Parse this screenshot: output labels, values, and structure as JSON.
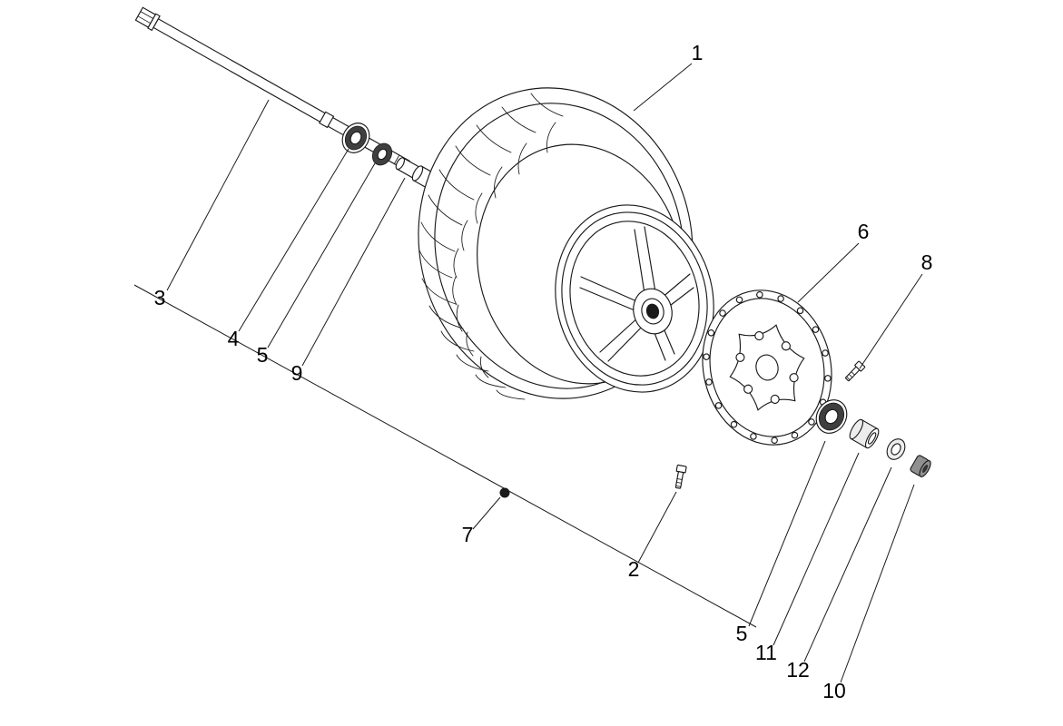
{
  "callouts": [
    {
      "id": "part-1",
      "label": "1"
    },
    {
      "id": "part-3",
      "label": "3"
    },
    {
      "id": "part-4",
      "label": "4"
    },
    {
      "id": "part-5-left",
      "label": "5"
    },
    {
      "id": "part-9",
      "label": "9"
    },
    {
      "id": "part-6",
      "label": "6"
    },
    {
      "id": "part-8",
      "label": "8"
    },
    {
      "id": "part-7",
      "label": "7"
    },
    {
      "id": "part-2",
      "label": "2"
    },
    {
      "id": "part-5-right",
      "label": "5"
    },
    {
      "id": "part-11",
      "label": "11"
    },
    {
      "id": "part-12",
      "label": "12"
    },
    {
      "id": "part-10",
      "label": "10"
    }
  ],
  "colors": {
    "line": "#1a1a1a",
    "background": "#ffffff",
    "dark_fill": "#3f3f3f"
  }
}
